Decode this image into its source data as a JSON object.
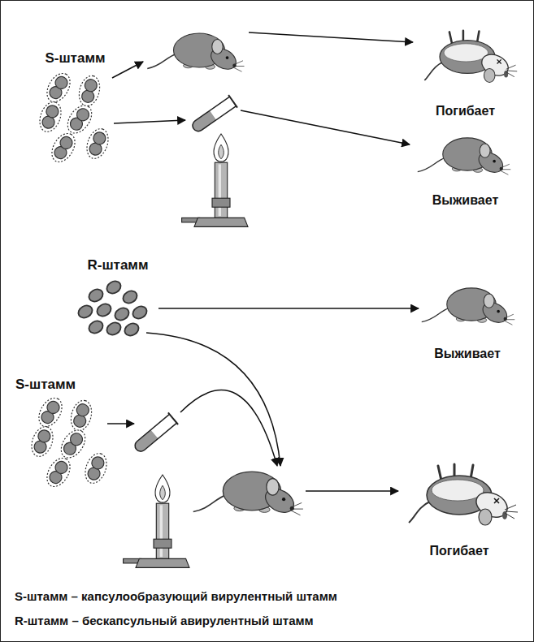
{
  "diagram": {
    "nodes": [
      {
        "text": [
          "S-штамм"
        ]
      },
      {
        "text": [
          "Погибает"
        ]
      },
      {
        "text": [
          "Выживает"
        ]
      },
      {
        "text": [
          "R-штамм"
        ]
      },
      {
        "text": [
          "Выживает"
        ]
      },
      {
        "text": [
          "S-штамм"
        ]
      },
      {
        "text": [
          "Погибает"
        ]
      }
    ],
    "edges": [
      {
        "from": 3,
        "to": 4,
        "arrow": "to"
      }
    ],
    "labels": [
      "S-штамм – капсулообразующий вирулентный штамм",
      "R-штамм – бескапсульный авирулентный штамм"
    ]
  }
}
